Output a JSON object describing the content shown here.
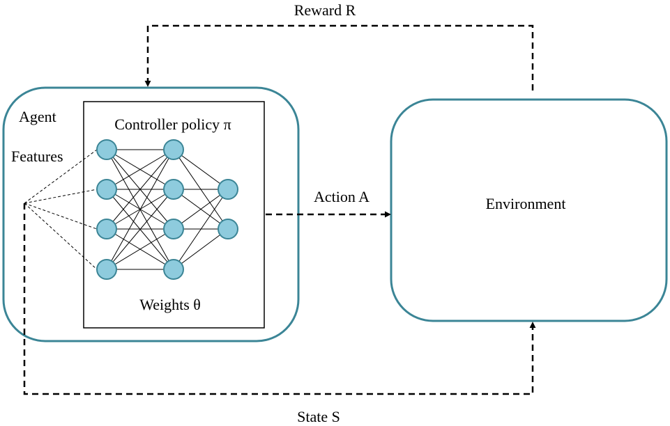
{
  "labels": {
    "reward": "Reward R",
    "agent": "Agent",
    "features": "Features",
    "controller": "Controller policy π",
    "weights": "Weights θ",
    "action": "Action A",
    "environment": "Environment",
    "state": "State S"
  },
  "network": {
    "layers": [
      4,
      4,
      2
    ]
  },
  "colors": {
    "box_border": "#3b8596",
    "node_fill": "#8ecbdd",
    "node_stroke": "#3b8596",
    "line": "#000000"
  }
}
